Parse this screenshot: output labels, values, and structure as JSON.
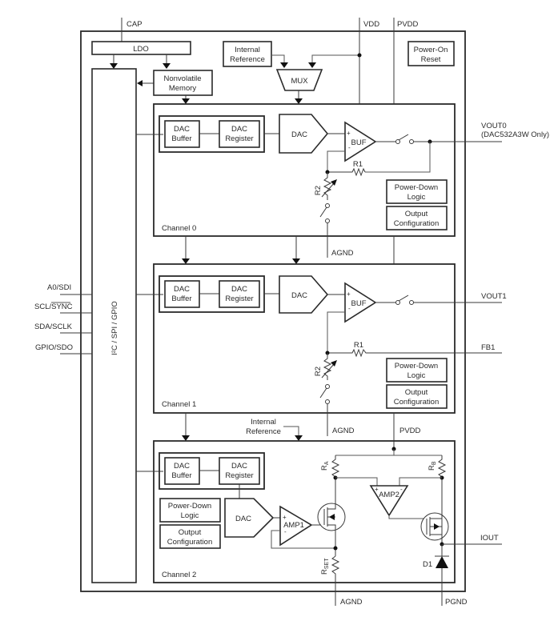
{
  "pins": {
    "cap": "CAP",
    "vdd": "VDD",
    "pvdd": "PVDD",
    "vout0_line1": "VOUT0",
    "vout0_line2": "(DAC532A3W Only)",
    "vout1": "VOUT1",
    "fb1": "FB1",
    "iout": "IOUT",
    "agnd0": "AGND",
    "agnd1": "AGND",
    "agnd2": "AGND",
    "pgnd": "PGND",
    "pvdd_ch2": "PVDD",
    "a0_sdi": "A0/SDI",
    "scl_sync": "SCL/SYNC",
    "sda_sclk": "SDA/SCLK",
    "gpio_sdo": "GPIO/SDO"
  },
  "blocks": {
    "ldo": "LDO",
    "internal_reference": [
      "Internal",
      "Reference"
    ],
    "mux": "MUX",
    "power_on_reset": [
      "Power-On",
      "Reset"
    ],
    "nonvolatile_memory": [
      "Nonvolatile",
      "Memory"
    ],
    "interface": "I²C / SPI / GPIO",
    "internal_reference_ch2": [
      "Internal",
      "Reference"
    ]
  },
  "channels": [
    {
      "label": "Channel 0",
      "dac_buffer": [
        "DAC",
        "Buffer"
      ],
      "dac_register": [
        "DAC",
        "Register"
      ],
      "dac": "DAC",
      "amp": "BUF",
      "r1": "R1",
      "r2": "R2",
      "power_down": [
        "Power-Down",
        "Logic"
      ],
      "output_config": [
        "Output",
        "Configuration"
      ]
    },
    {
      "label": "Channel 1",
      "dac_buffer": [
        "DAC",
        "Buffer"
      ],
      "dac_register": [
        "DAC",
        "Register"
      ],
      "dac": "DAC",
      "amp": "BUF",
      "r1": "R1",
      "r2": "R2",
      "power_down": [
        "Power-Down",
        "Logic"
      ],
      "output_config": [
        "Output",
        "Configuration"
      ]
    },
    {
      "label": "Channel 2",
      "dac_buffer": [
        "DAC",
        "Buffer"
      ],
      "dac_register": [
        "DAC",
        "Register"
      ],
      "dac": "DAC",
      "amp1": "AMP1",
      "amp2": "AMP2",
      "ra": "R",
      "ra_sub": "A",
      "rb": "R",
      "rb_sub": "B",
      "rset": "R",
      "rset_sub": "SET",
      "d1": "D1",
      "power_down": [
        "Power-Down",
        "Logic"
      ],
      "output_config": [
        "Output",
        "Configuration"
      ]
    }
  ],
  "symbols": {
    "plus": "+",
    "minus": "-"
  }
}
